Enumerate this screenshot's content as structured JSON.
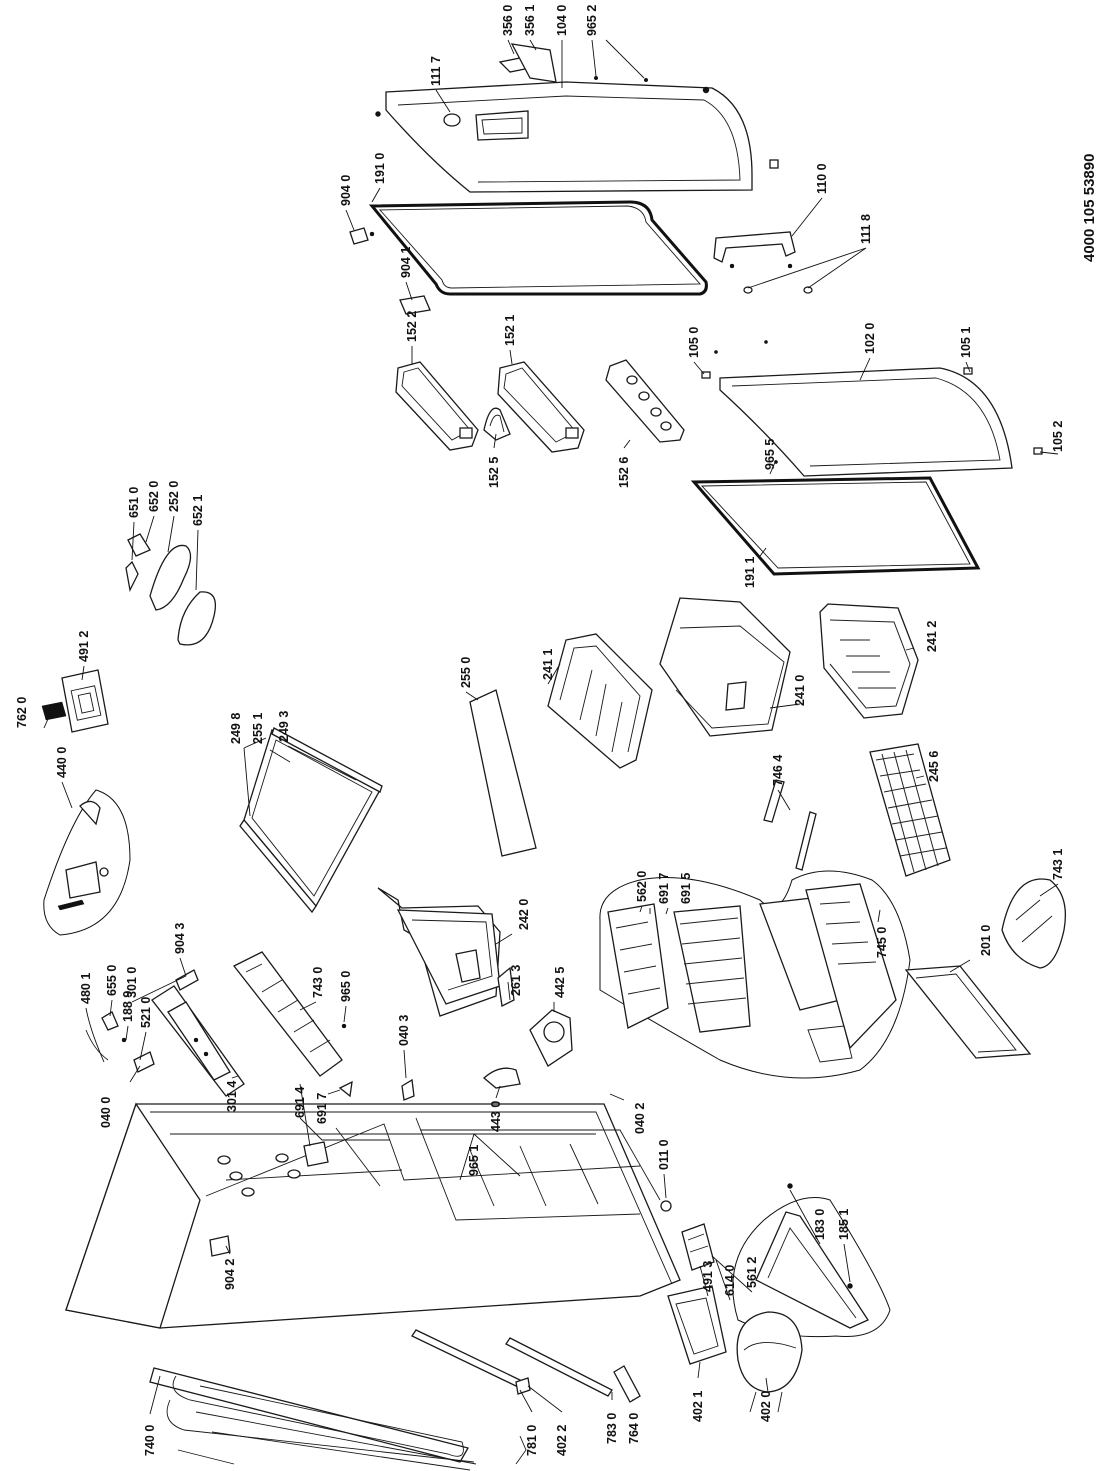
{
  "document_number": "4000 105 53890",
  "part_labels": {
    "p356_0": "356 0",
    "p356_1": "356 1",
    "p104_0": "104 0",
    "p965_2": "965 2",
    "p111_7": "111 7",
    "p191_0": "191 0",
    "p904_0": "904 0",
    "p904_1": "904 1",
    "p110_0": "110 0",
    "p111_8": "111 8",
    "p152_2": "152 2",
    "p152_1": "152 1",
    "p152_5": "152 5",
    "p152_6": "152 6",
    "p105_0": "105 0",
    "p102_0": "102 0",
    "p105_1": "105 1",
    "p965_5": "965 5",
    "p105_2": "105 2",
    "p191_1": "191 1",
    "p651_0": "651 0",
    "p652_0": "652 0",
    "p252_0": "252 0",
    "p652_1": "652 1",
    "p762_0": "762 0",
    "p491_2": "491 2",
    "p255_0": "255 0",
    "p241_1": "241 1",
    "p241_0": "241 0",
    "p241_2": "241 2",
    "p440_0": "440 0",
    "p249_8": "249 8",
    "p255_1": "255 1",
    "p249_3": "249 3",
    "p746_4": "746 4",
    "p245_6": "245 6",
    "p743_1": "743 1",
    "p562_0": "562 0",
    "p691_7a": "691 7",
    "p691_5": "691 5",
    "p745_0": "745 0",
    "p242_0": "242 0",
    "p261_3": "261 3",
    "p442_5": "442 5",
    "p201_0": "201 0",
    "p480_1": "480 1",
    "p655_0": "655 0",
    "p301_0": "301 0",
    "p904_3": "904 3",
    "p743_0": "743 0",
    "p965_0": "965 0",
    "p188_9": "188 9",
    "p521_0": "521 0",
    "p301_4": "301 4",
    "p040_3": "040 3",
    "p443_0": "443 0",
    "p691_4": "691 4",
    "p691_7b": "691 7",
    "p040_0": "040 0",
    "p040_2": "040 2",
    "p011_0": "011 0",
    "p965_1": "965 1",
    "p491_3": "491 3",
    "p614_0": "614 0",
    "p561_2": "561 2",
    "p183_0": "183 0",
    "p185_1": "185 1",
    "p904_2": "904 2",
    "p740_0": "740 0",
    "p781_0": "781 0",
    "p402_2": "402 2",
    "p783_0": "783 0",
    "p764_0": "764 0",
    "p402_1": "402 1",
    "p402_0": "402 0"
  }
}
